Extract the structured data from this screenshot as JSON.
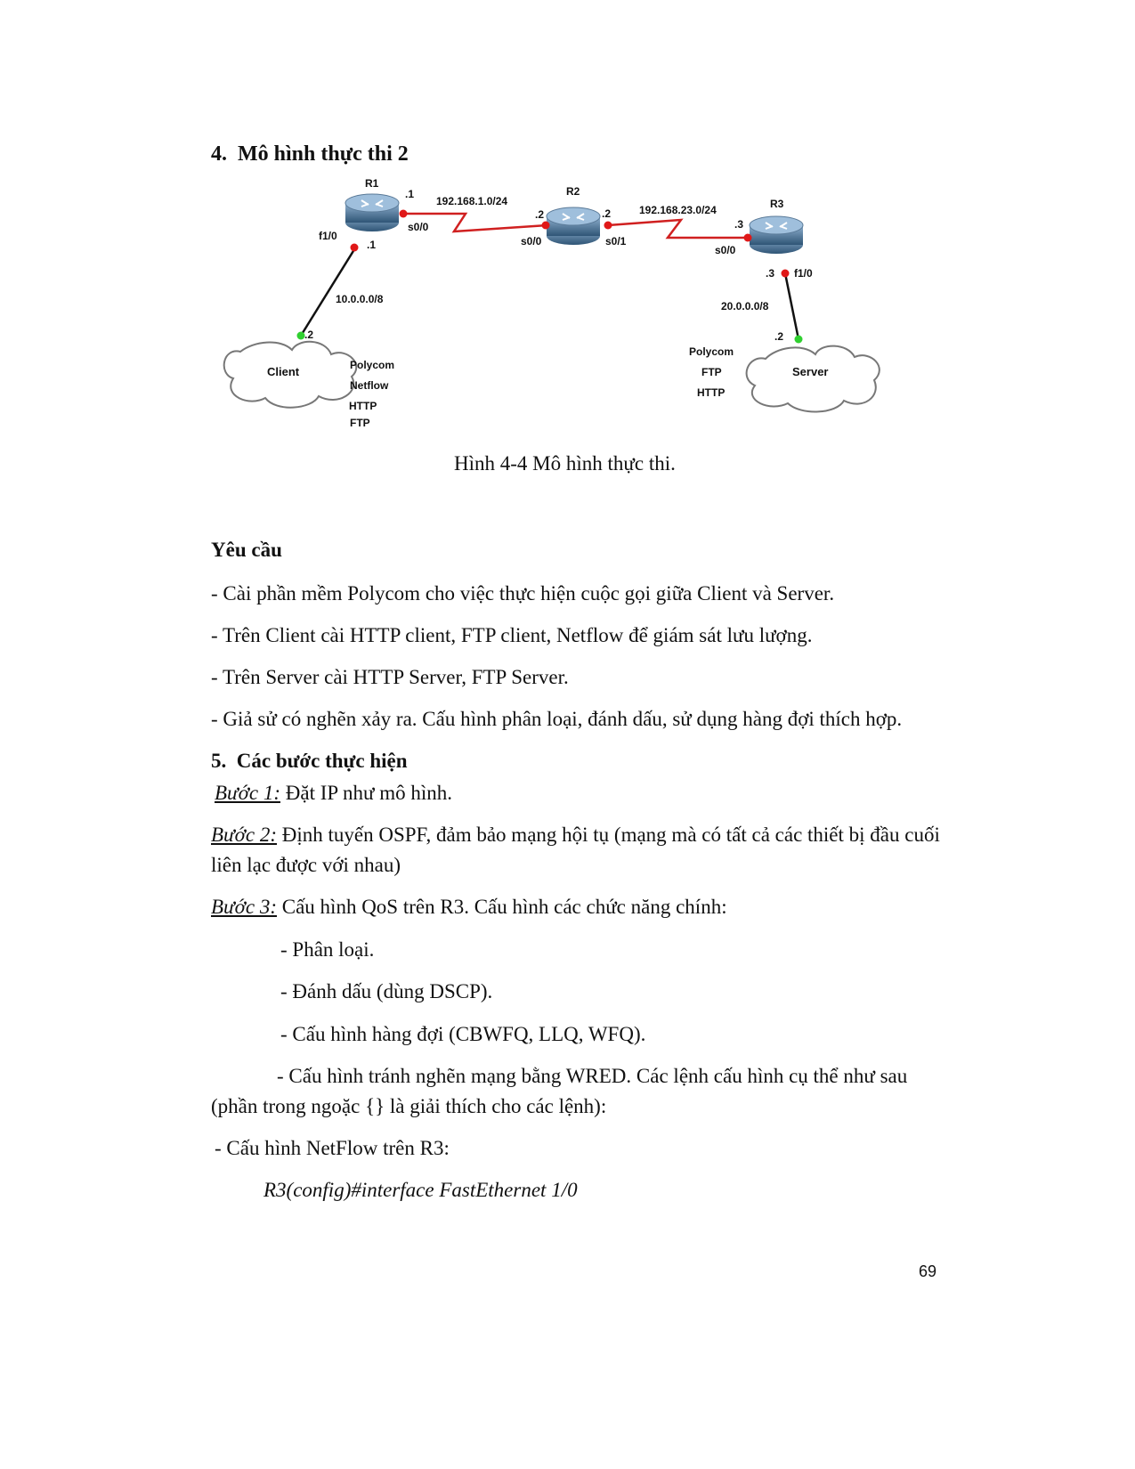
{
  "section4": {
    "number": "4.",
    "title": "Mô hình thực thi 2"
  },
  "diagram": {
    "routers": [
      {
        "label": "R1"
      },
      {
        "label": "R2"
      },
      {
        "label": "R3"
      }
    ],
    "links": {
      "r1_r2_net": "192.168.1.0/24",
      "r2_r3_net": "192.168.23.0/24",
      "r1_client_net": "10.0.0.0/8",
      "r3_server_net": "20.0.0.0/8"
    },
    "r1": {
      "s00_host": ".1",
      "s00_if": "s0/0",
      "f10_if": "f1/0",
      "f10_host": ".1"
    },
    "r2": {
      "s00_host": ".2",
      "s00_if": "s0/0",
      "s01_host": ".2",
      "s01_if": "s0/1"
    },
    "r3": {
      "s00_host": ".3",
      "s00_if": "s0/0",
      "f10_host": ".3",
      "f10_if": "f1/0"
    },
    "client": {
      "label": "Client",
      "host": ".2",
      "apps": [
        "Polycom",
        "Netflow",
        "HTTP",
        "FTP"
      ]
    },
    "server": {
      "label": "Server",
      "host": ".2",
      "apps": [
        "Polycom",
        "FTP",
        "HTTP"
      ]
    }
  },
  "caption": "Hình  4-4 Mô hình thực thi.",
  "requirements": {
    "title": "Yêu cầu",
    "items": [
      "- Cài phần mềm Polycom cho việc thực hiện cuộc gọi giữa Client và Server.",
      "- Trên Client cài HTTP client, FTP client, Netflow để giám sát lưu lượng.",
      "- Trên Server cài HTTP Server, FTP Server.",
      "- Giả sử có nghẽn xảy ra. Cấu hình phân loại, đánh dấu, sử dụng hàng đợi thích hợp."
    ]
  },
  "section5": {
    "number": "5.",
    "title": "Các bước thực hiện"
  },
  "steps": [
    {
      "label": "Bước 1:",
      "text": " Đặt IP như mô hình."
    },
    {
      "label": "Bước 2:",
      "text": " Định tuyến OSPF, đảm bảo mạng hội tụ (mạng mà có tất cả các thiết bị đầu cuối liên lạc được với nhau)"
    },
    {
      "label": "Bước 3:",
      "text": " Cấu hình QoS trên R3. Cấu hình các chức năng chính:"
    }
  ],
  "functions": [
    "- Phân loại.",
    "- Đánh dấu (dùng DSCP).",
    "- Cấu hình hàng đợi (CBWFQ, LLQ, WFQ).",
    "- Cấu hình tránh nghẽn mạng bằng WRED. Các lệnh cấu hình cụ thể như sau (phần trong ngoặc {} là giải thích cho các lệnh):"
  ],
  "netflow_line": "- Cấu hình NetFlow trên R3:",
  "code_line": "R3(config)#interface FastEthernet 1/0",
  "page_number": "69"
}
